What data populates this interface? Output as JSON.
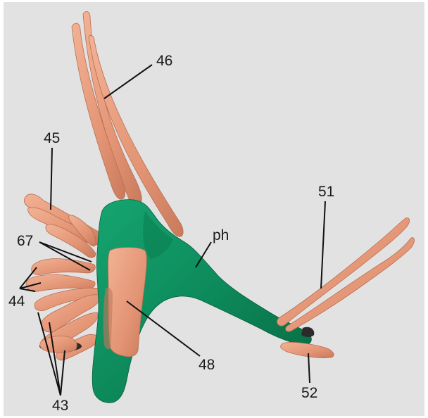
{
  "labels": {
    "l46": "46",
    "l45": "45",
    "l51": "51",
    "lph": "ph",
    "l67": "67",
    "l44": "44",
    "l48": "48",
    "l52": "52",
    "l43": "43"
  },
  "colors": {
    "background": "#e2e2e2",
    "muscle": "#e79b7b",
    "pharynx": "#0f8f5f",
    "leader_line": "#111111"
  }
}
